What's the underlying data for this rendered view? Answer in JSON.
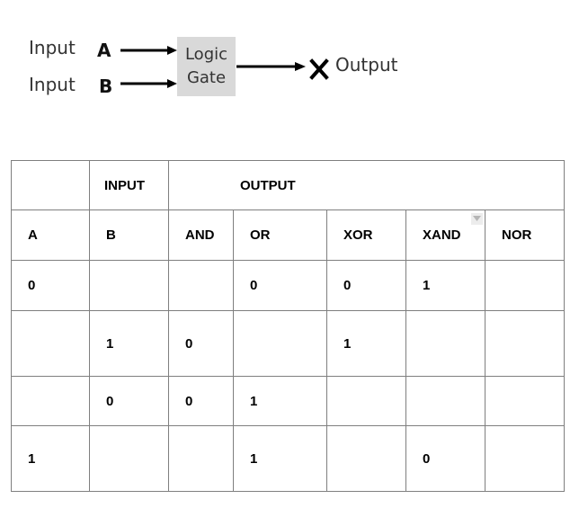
{
  "diagram": {
    "input_label_1": "Input",
    "input_label_2": "Input",
    "var_a": "A",
    "var_b": "B",
    "gate_line1": "Logic",
    "gate_line2": "Gate",
    "output_var": "X",
    "output_label": "Output"
  },
  "table": {
    "header_input": "INPUT",
    "header_output": "OUTPUT",
    "columns": [
      "A",
      "B",
      "AND",
      "OR",
      "XOR",
      "XAND",
      "NOR"
    ],
    "rows": [
      [
        "0",
        "",
        "",
        "0",
        "0",
        "1",
        ""
      ],
      [
        "",
        "1",
        "0",
        "",
        "1",
        "",
        ""
      ],
      [
        "",
        "0",
        "0",
        "1",
        "",
        "",
        ""
      ],
      [
        "1",
        "",
        "",
        "1",
        "",
        "0",
        ""
      ]
    ]
  },
  "colors": {
    "gate_fill": "#d9d9d9",
    "border": "#7f7f7f",
    "text": "#000000"
  }
}
